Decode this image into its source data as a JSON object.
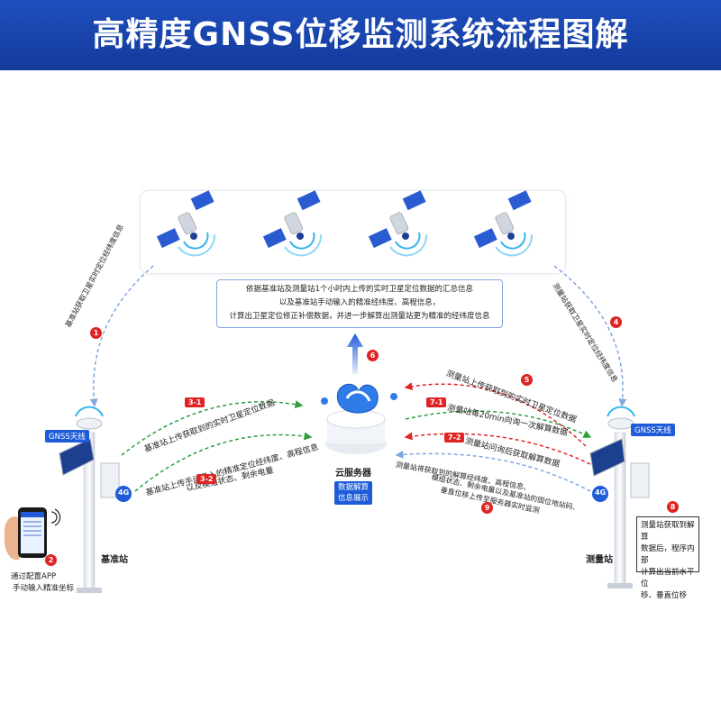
{
  "header": {
    "title": "高精度GNSS位移监测系统流程图解"
  },
  "info_box": {
    "lines": [
      "依据基准站及测量站1个小时内上传的实时卫星定位数据的汇总信息",
      "以及基准站手动输入的精准经纬度、高程信息，",
      "计算出卫星定位修正补偿数据，并进一步解算出测量站更为精准的经纬度信息"
    ]
  },
  "steps": {
    "s1": {
      "badge": "1",
      "text": "基准站获取卫星实时定位经纬度信息"
    },
    "s2": {
      "badge": "2",
      "text_line1": "通过配置APP",
      "text_line2": "手动输入精准坐标"
    },
    "s3_1": {
      "badge": "3-1",
      "text": "基准站上传获取到的实时卫星定位数据"
    },
    "s3_2": {
      "badge": "3-2",
      "text_line1": "基准站上传手动导入的精准定位经纬度、高程信息",
      "text_line2": "以及模组状态、剩余电量"
    },
    "s4": {
      "badge": "4",
      "text": "测量站获取卫星实时定位经纬度信息"
    },
    "s5": {
      "badge": "5",
      "text": "测量站上传获取到的实时卫星定位数据"
    },
    "s6": {
      "badge": "6"
    },
    "s7_1": {
      "badge": "7-1",
      "text": "测量站每20min向询一次解算数据"
    },
    "s7_2": {
      "badge": "7-2",
      "text": "测量站问询后获取解算数据"
    },
    "s8": {
      "badge": "8",
      "text_lines": [
        "测量站获取到解算",
        "数据后，程序内部",
        "计算出当前水平位",
        "移、垂直位移"
      ]
    },
    "s9": {
      "badge": "9",
      "text_lines": [
        "测量站将获取到的解算经纬度、高程信息、",
        "模组状态、剩余电量以及基准站的固位地站码、",
        "垂直位移上传至服务器实时监测"
      ]
    }
  },
  "server": {
    "label": "云服务器",
    "tag_line1": "数据解算",
    "tag_line2": "信息展示"
  },
  "base_station": {
    "label": "基准站",
    "antenna_label": "GNSS天线",
    "signal": "4G"
  },
  "measure_station": {
    "label": "测量站",
    "antenna_label": "GNSS天线",
    "signal": "4G"
  },
  "colors": {
    "header": "#1a47b3",
    "green": "#2e9e3f",
    "red": "#e02424",
    "blue": "#1e5bd8"
  }
}
